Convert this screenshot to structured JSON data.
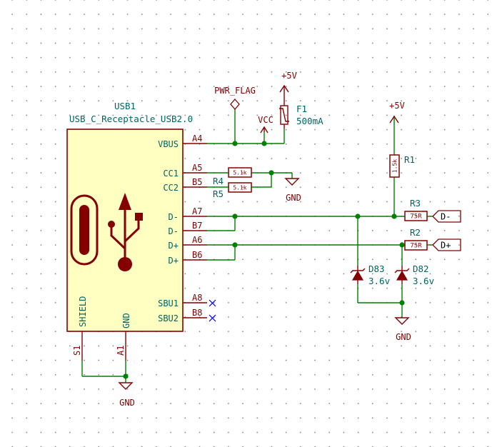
{
  "usb": {
    "ref": "USB1",
    "value": "USB_C_Receptacle_USB2.0",
    "pins_right": [
      {
        "name": "VBUS",
        "num": "A4"
      },
      {
        "name": "CC1",
        "num": "A5"
      },
      {
        "name": "CC2",
        "num": "B5"
      },
      {
        "name": "D-",
        "num": "A7"
      },
      {
        "name": "D-",
        "num": "B7"
      },
      {
        "name": "D+",
        "num": "A6"
      },
      {
        "name": "D+",
        "num": "B6"
      },
      {
        "name": "SBU1",
        "num": "A8"
      },
      {
        "name": "SBU2",
        "num": "B8"
      }
    ],
    "pins_bottom": [
      {
        "name": "SHIELD",
        "num": "S1"
      },
      {
        "name": "GND",
        "num": "A1"
      }
    ]
  },
  "power": {
    "pwr_flag": "PWR_FLAG",
    "vcc": "VCC",
    "plus5v_top": "+5V",
    "plus5v_right": "+5V",
    "gnd_cc": "GND",
    "gnd_bottom": "GND",
    "gnd_diodes": "GND"
  },
  "components": {
    "fuse": {
      "ref": "F1",
      "value": "500mA"
    },
    "r1": {
      "ref": "R1",
      "value": "1.5k"
    },
    "r2": {
      "ref": "R2",
      "value": "75R"
    },
    "r3": {
      "ref": "R3",
      "value": "75R"
    },
    "r4": {
      "ref": "R4",
      "value": "5.1k"
    },
    "r5": {
      "ref": "R5",
      "value": "5.1k"
    },
    "d82": {
      "ref": "D82",
      "value": "3.6v"
    },
    "d83": {
      "ref": "D83",
      "value": "3.6v"
    }
  },
  "labels": {
    "dminus": "D-",
    "dplus": "D+"
  },
  "colors": {
    "wire": "#008000",
    "component": "#840000",
    "text": "#006464",
    "body_fill": "#ffffc2",
    "no_connect": "#0000c8"
  }
}
